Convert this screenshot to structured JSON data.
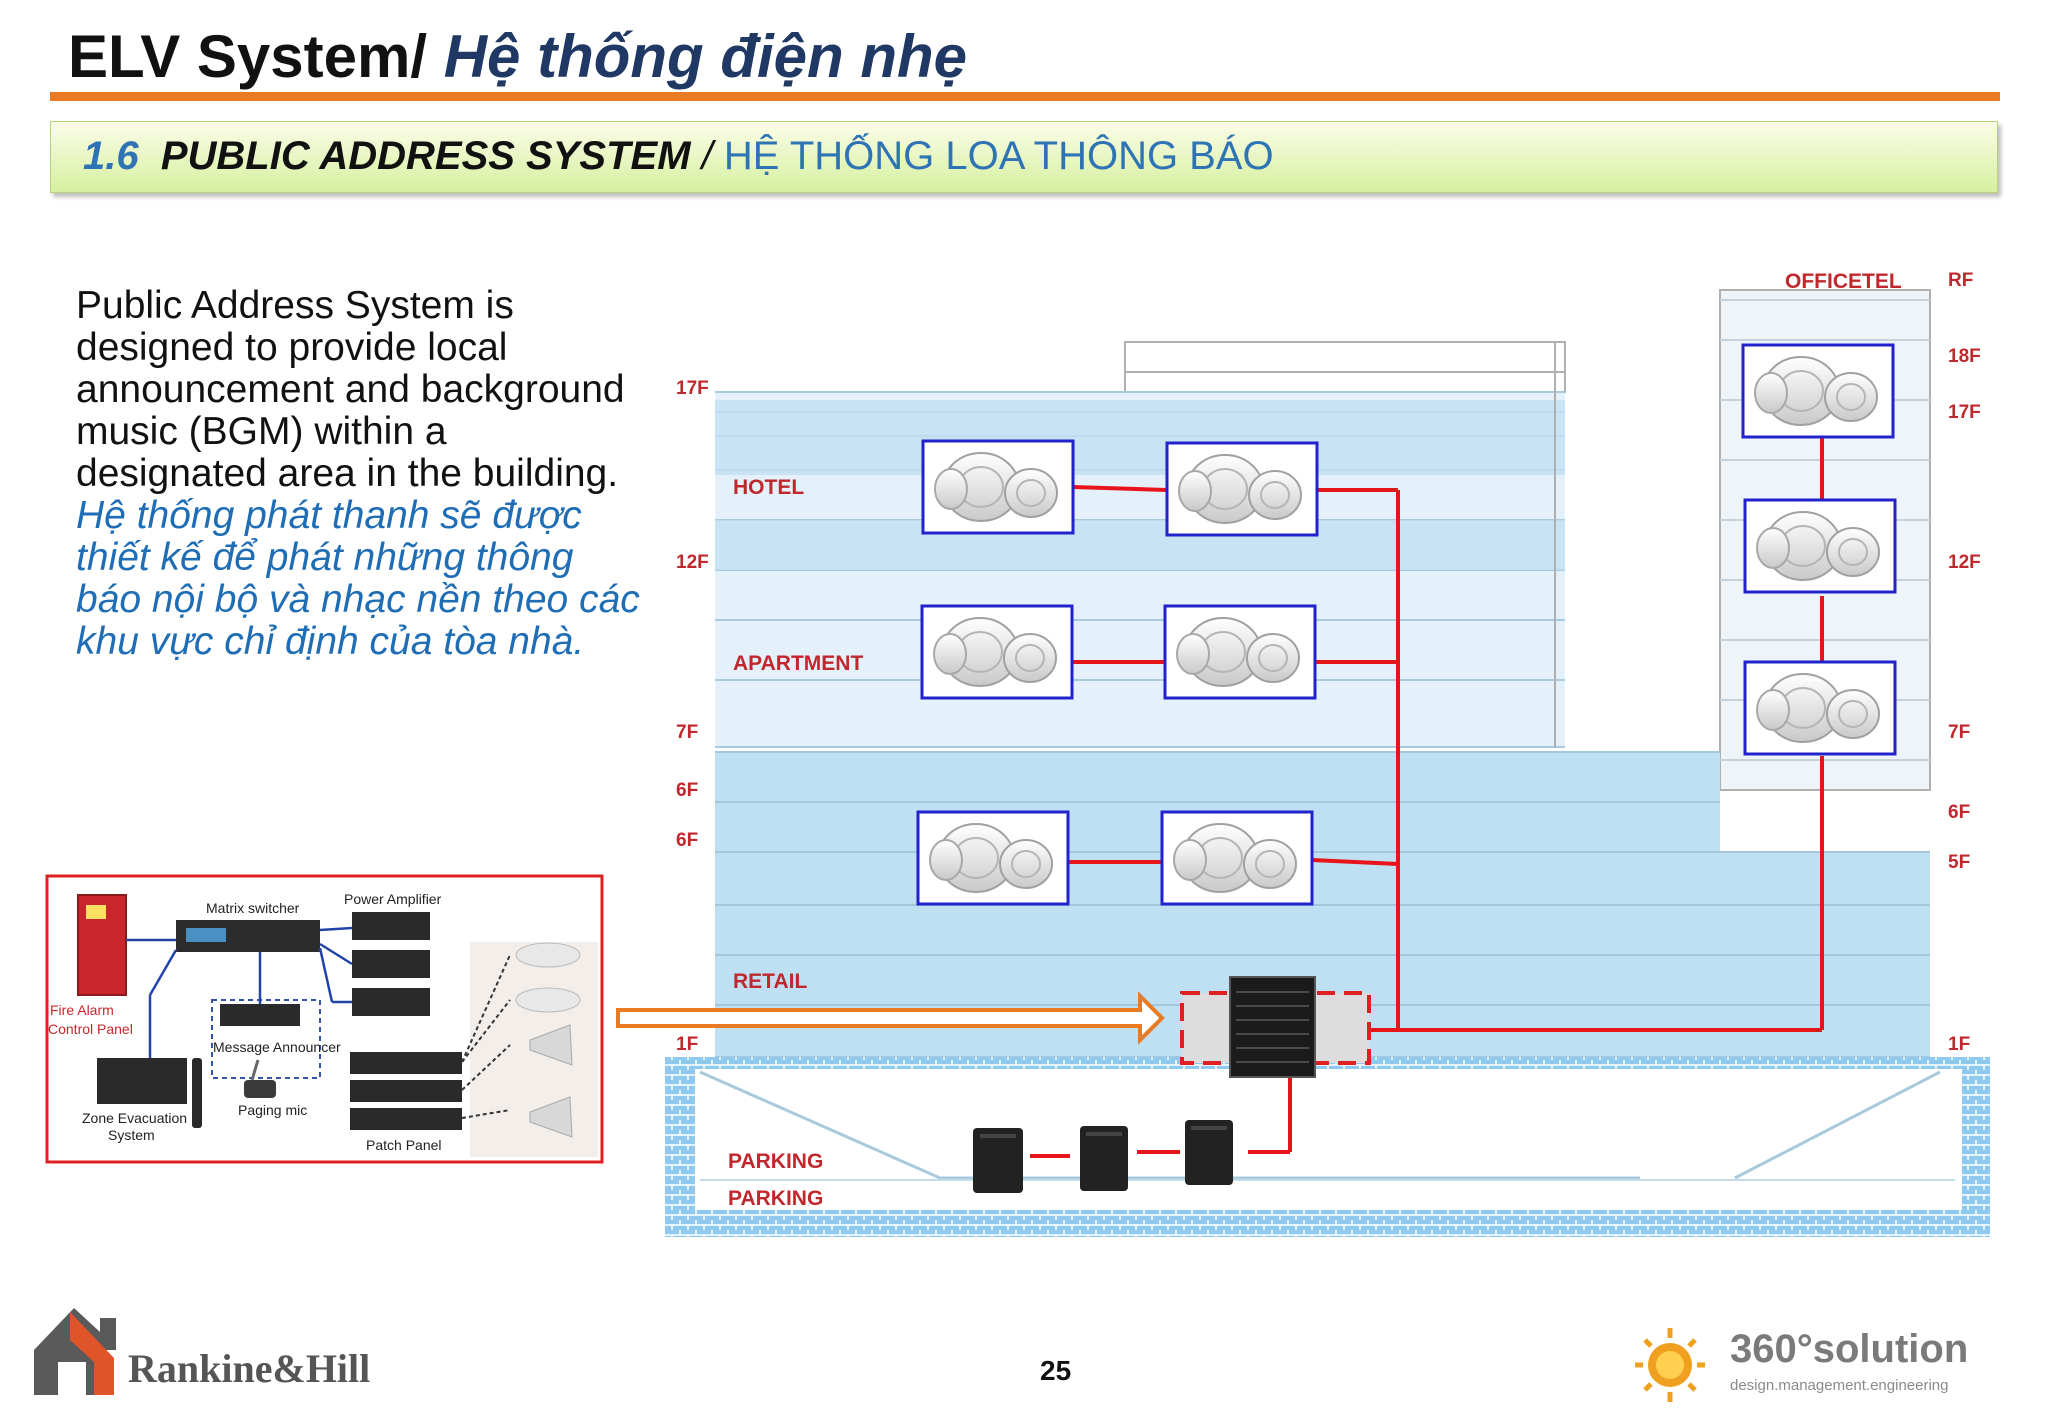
{
  "header": {
    "title_en": "ELV System/",
    "title_vn": "Hệ thống điện nhẹ"
  },
  "section": {
    "number": "1.6",
    "title_en": "PUBLIC ADDRESS SYSTEM",
    "separator": "/",
    "title_vn": "HỆ THỐNG LOA THÔNG BÁO"
  },
  "description": {
    "en": "Public Address System is designed to provide local announcement and background music (BGM) within a designated area in the building.",
    "vn": "Hệ thống phát thanh sẽ được thiết kế để  phát những thông báo nội bộ và nhạc nền theo các khu vực chỉ định của tòa nhà."
  },
  "building": {
    "zones": {
      "officetel": "OFFICETEL",
      "hotel": "HOTEL",
      "apartment": "APARTMENT",
      "retail": "RETAIL",
      "parking_1": "PARKING",
      "parking_2": "PARKING"
    },
    "left_floors": [
      "17F",
      "12F",
      "7F",
      "6F",
      "6F",
      "1F"
    ],
    "right_floors": [
      "RF",
      "18F",
      "17F",
      "12F",
      "7F",
      "6F",
      "5F",
      "1F"
    ]
  },
  "equipment": {
    "matrix_switcher": "Matrix switcher",
    "power_amplifier": "Power Amplifier",
    "fire_alarm_line1": "Fire Alarm",
    "fire_alarm_line2": "Control Panel",
    "message_announcer": "Message Announcer",
    "paging_mic": "Paging mic",
    "zone_evacuation_line1": "Zone Evacuation",
    "zone_evacuation_line2": "System",
    "patch_panel": "Patch Panel"
  },
  "footer": {
    "page_number": "25",
    "logo_left": "Rankine&Hill",
    "logo_right_main": "360°solution",
    "logo_right_tagline": "design.management.engineering"
  },
  "colors": {
    "title_blue": "#1f3864",
    "accent_orange": "#e97b24",
    "section_blue": "#2e74b5",
    "floor_blue": "#bfe0f3",
    "zone_label_red": "#c0282d",
    "wire_red": "#e8141c",
    "speaker_border": "#2222cc",
    "panel_border": "#e02020"
  }
}
